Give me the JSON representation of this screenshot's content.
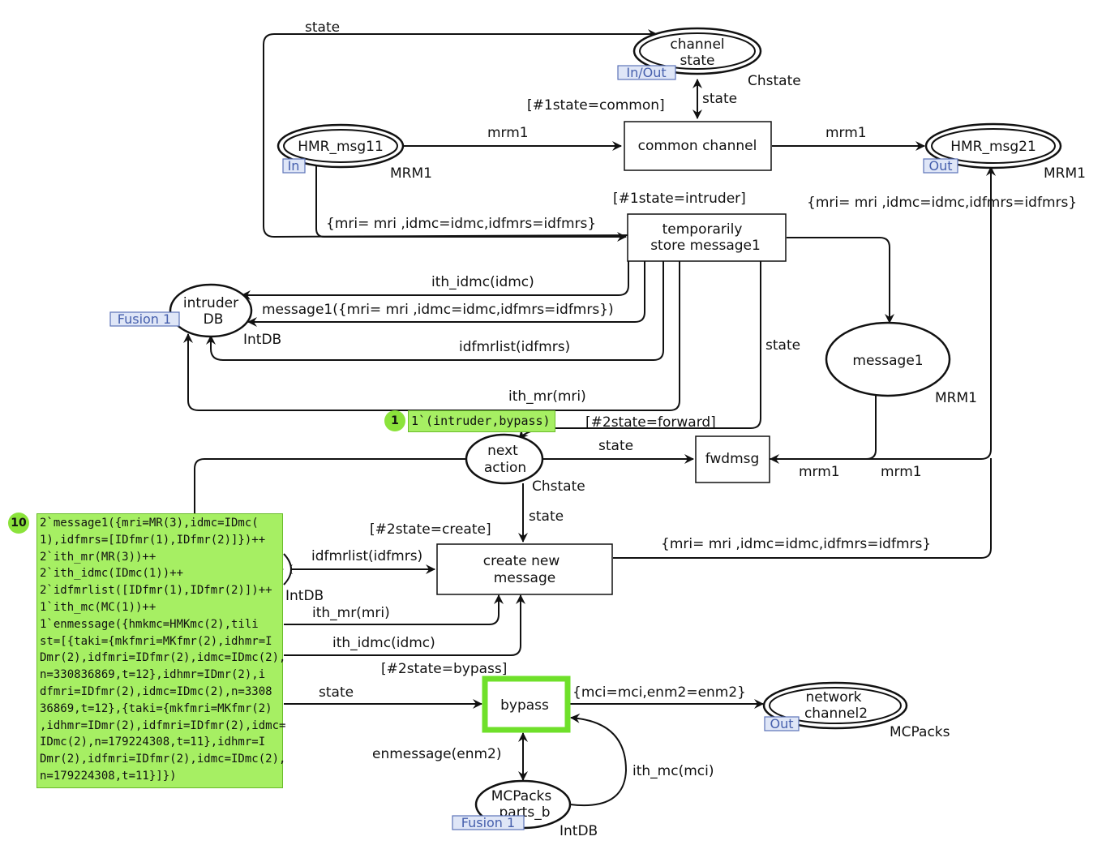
{
  "places": {
    "channel_state": {
      "name_line1": "channel",
      "name_line2": "state",
      "type": "Chstate",
      "port": "In/Out"
    },
    "hmr_msg11": {
      "name": "HMR_msg11",
      "type": "MRM1",
      "port": "In"
    },
    "hmr_msg21": {
      "name": "HMR_msg21",
      "type": "MRM1",
      "port": "Out"
    },
    "intruder_db": {
      "name_line1": "intruder",
      "name_line2": "DB",
      "type": "IntDB",
      "fusion": "Fusion 1"
    },
    "message1": {
      "name": "message1",
      "type": "MRM1"
    },
    "next_action": {
      "name_line1": "next",
      "name_line2": "action",
      "type": "Chstate"
    },
    "intdb_left": {
      "type": "IntDB"
    },
    "network_channel2": {
      "name_line1": "network",
      "name_line2": "channel2",
      "type": "MCPacks",
      "port": "Out"
    },
    "mcpacks_parts_b": {
      "name_line1": "MCPacks",
      "name_line2": "parts_b",
      "type": "IntDB",
      "fusion": "Fusion 1"
    }
  },
  "transitions": {
    "common_channel": {
      "name": "common channel",
      "guard": "[#1state=common]"
    },
    "temporarily_store": {
      "name_line1": "temporarily",
      "name_line2": "store message1",
      "guard": "[#1state=intruder]"
    },
    "fwdmsg": {
      "name": "fwdmsg",
      "guard": "[#2state=forward]"
    },
    "create_new_message": {
      "name_line1": "create new",
      "name_line2": "message",
      "guard": "[#2state=create]"
    },
    "bypass": {
      "name": "bypass",
      "guard": "[#2state=bypass]"
    }
  },
  "arcs": {
    "state_top": "state",
    "state_channel": "state",
    "mrm1_in": "mrm1",
    "mrm1_out": "mrm1",
    "record_in": "{mri= mri ,idmc=idmc,idfmrs=idfmrs}",
    "record_out": "{mri= mri ,idmc=idmc,idfmrs=idfmrs}",
    "ith_idmc_top": "ith_idmc(idmc)",
    "message1_arc": "message1({mri= mri ,idmc=idmc,idfmrs=idfmrs})",
    "idfmrlist_top": "idfmrlist(idfmrs)",
    "ith_mr_top": "ith_mr(mri)",
    "state_fwd_right": "state",
    "state_fwd": "state",
    "mrm1_fwd_a": "mrm1",
    "mrm1_fwd_b": "mrm1",
    "state_create": "state",
    "record_create": "{mri= mri ,idmc=idmc,idfmrs=idfmrs}",
    "idfmrlist_create": "idfmrlist(idfmrs)",
    "ith_mr_create": "ith_mr(mri)",
    "ith_idmc_create": "ith_idmc(idmc)",
    "state_bypass": "state",
    "mci_record": "{mci=mci,enm2=enm2}",
    "enmessage": "enmessage(enm2)",
    "ith_mc": "ith_mc(mci)"
  },
  "markings": {
    "next_action": {
      "count": "1",
      "value": "1`(intruder,bypass)"
    },
    "intdb": {
      "count": "10",
      "lines": [
        "2`message1({mri=MR(3),idmc=IDmc(",
        "1),idfmrs=[IDfmr(1),IDfmr(2)]})++",
        "2`ith_mr(MR(3))++",
        "2`ith_idmc(IDmc(1))++",
        "2`idfmrlist([IDfmr(1),IDfmr(2)])++",
        "1`ith_mc(MC(1))++",
        "1`enmessage({hmkmc=HMKmc(2),tili",
        "st=[{taki={mkfmri=MKfmr(2),idhmr=I",
        "Dmr(2),idfmri=IDfmr(2),idmc=IDmc(2),",
        "n=330836869,t=12},idhmr=IDmr(2),i",
        "dfmri=IDfmr(2),idmc=IDmc(2),n=3308",
        "36869,t=12},{taki={mkfmri=MKfmr(2)",
        ",idhmr=IDmr(2),idfmri=IDfmr(2),idmc=",
        "IDmc(2),n=179224308,t=11},idhmr=I",
        "Dmr(2),idfmri=IDfmr(2),idmc=IDmc(2),",
        "n=179224308,t=11}]})"
      ]
    }
  },
  "colors": {
    "marking_fill": "#a6ef63",
    "marking_count": "#8be33b",
    "bypass_highlight": "#6fe02a",
    "tag_fill": "#dfe6f7",
    "tag_text": "#4760ad"
  }
}
